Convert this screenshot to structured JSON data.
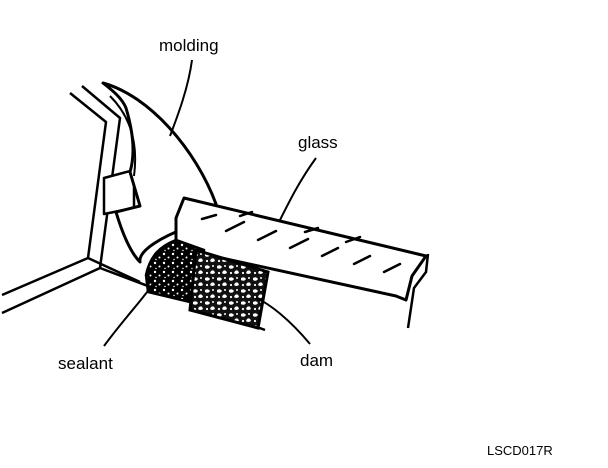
{
  "labels": {
    "molding": "molding",
    "glass": "glass",
    "sealant": "sealant",
    "dam": "dam"
  },
  "figure_code": "LSCD017R",
  "colors": {
    "ink": "#000000",
    "paper": "#ffffff"
  }
}
